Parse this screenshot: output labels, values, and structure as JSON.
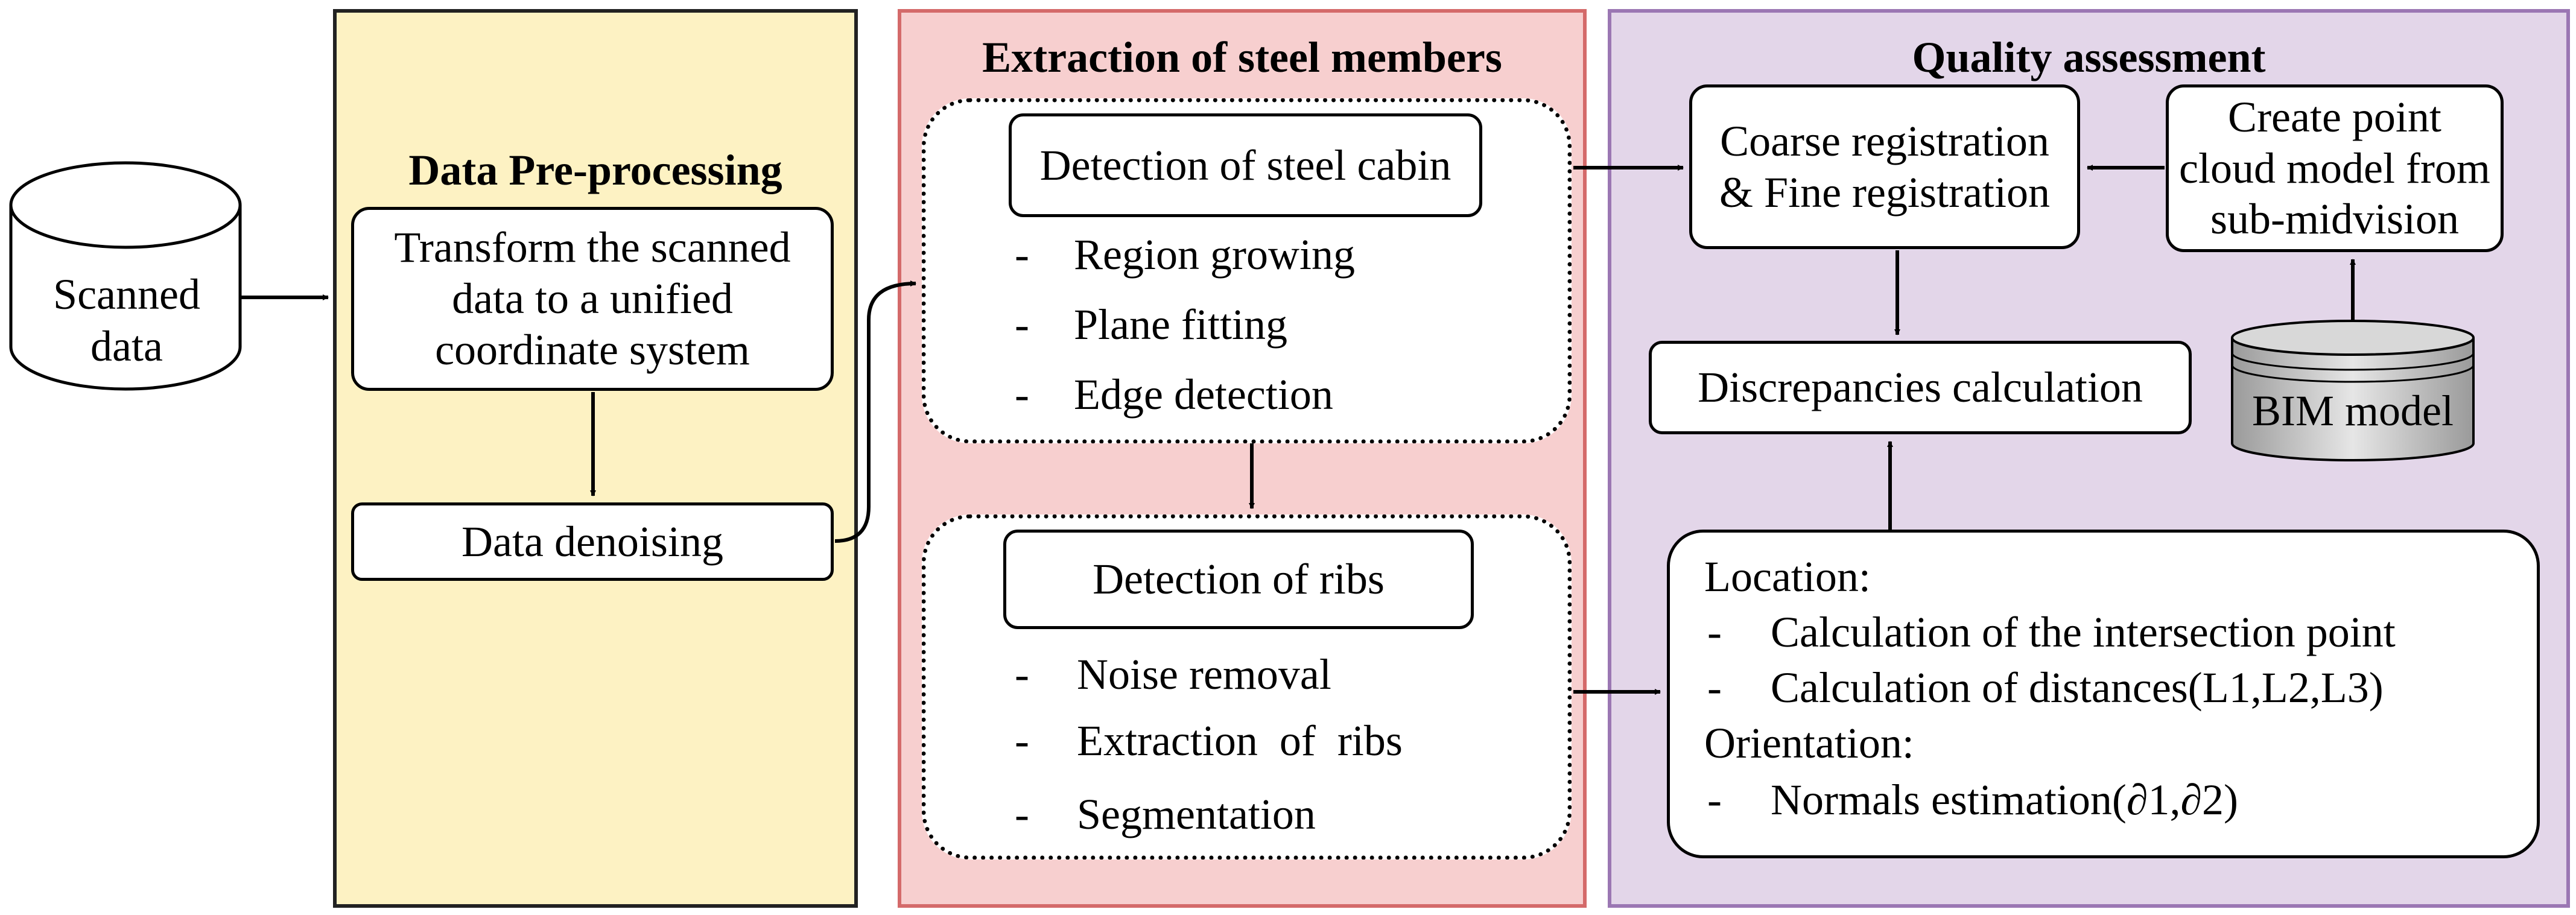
{
  "scanned": {
    "label": "Scanned\ndata"
  },
  "preprocessing": {
    "title": "Data Pre-processing",
    "transform": "Transform the scanned data to a unified coordinate system",
    "denoise": "Data denoising"
  },
  "extraction": {
    "title": "Extraction of  steel members",
    "cabin": {
      "title": "Detection of steel cabin",
      "items": [
        "Region growing",
        "Plane fitting",
        "Edge detection"
      ]
    },
    "ribs": {
      "title": "Detection of ribs",
      "items": [
        "Noise removal",
        "Extraction  of  ribs",
        "Segmentation"
      ]
    }
  },
  "quality": {
    "title": "Quality assessment",
    "registration": "Coarse registration & Fine registration",
    "create_model": "Create point cloud model from sub-midvision",
    "bim": "BIM model",
    "discrepancies": "Discrepancies calculation",
    "location_label": "Location:",
    "location_items": [
      "Calculation of the intersection point",
      "Calculation of distances(L1,L2,L3)"
    ],
    "orientation_label": "Orientation:",
    "orientation_items": [
      "Normals estimation(∂1,∂2)"
    ]
  },
  "bullet_char": "-"
}
